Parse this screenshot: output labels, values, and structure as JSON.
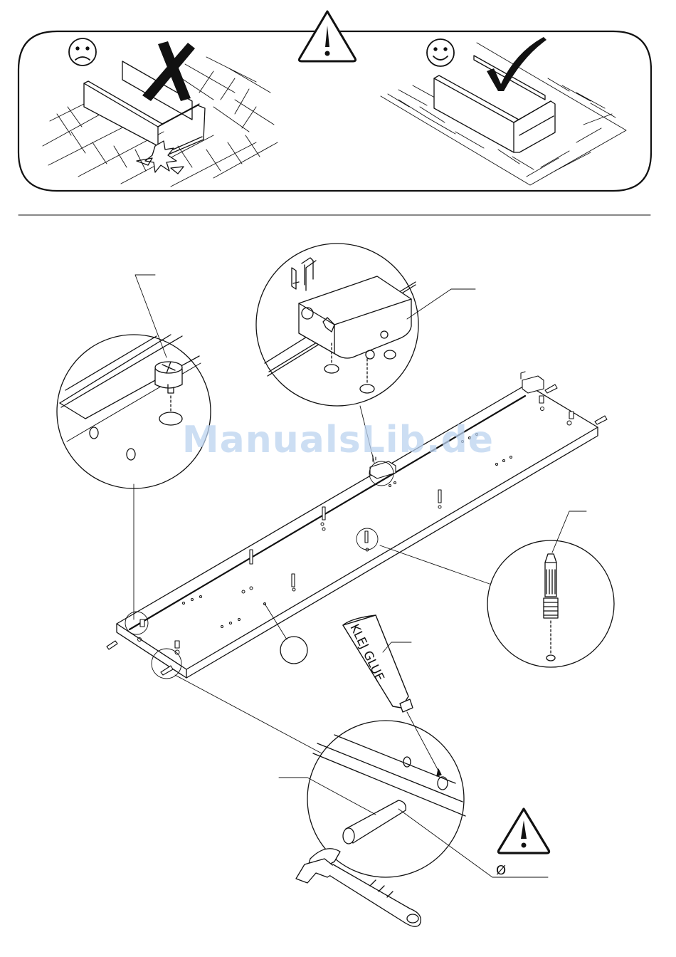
{
  "watermark": {
    "text": "ManualsLib.de"
  },
  "glue_tube": {
    "label": "KLEJ GLUE"
  },
  "top_panel": {
    "wrong_indicator": "sad-face-icon",
    "correct_indicator": "smiley-face-icon",
    "warning_indicator": "warning-triangle-icon"
  },
  "footnote": {
    "symbol": "Ø"
  },
  "colors": {
    "ink": "#111111",
    "watermark": "#bcd3f0",
    "paper": "#ffffff"
  }
}
